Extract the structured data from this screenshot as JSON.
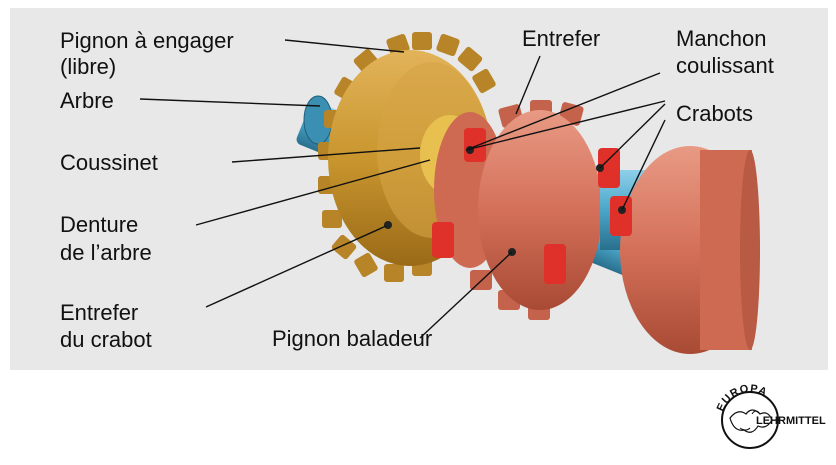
{
  "labels": {
    "pignon_engager_l1": "Pignon à engager",
    "pignon_engager_l2": "(libre)",
    "arbre": "Arbre",
    "coussinet": "Coussinet",
    "denture_l1": "Denture",
    "denture_l2": "de l’arbre",
    "entrefer_crabot_l1": "Entrefer",
    "entrefer_crabot_l2": "du crabot",
    "entrefer": "Entrefer",
    "manchon_l1": "Manchon",
    "manchon_l2": "coulissant",
    "crabots": "Crabots",
    "pignon_baladeur": "Pignon baladeur"
  },
  "logo": {
    "top_text": "EUROPA",
    "side_text": "LEHRMITTEL"
  },
  "colors": {
    "panel": "#e8e8e8",
    "gear_gold": "#c9962e",
    "gear_copper": "#d4705a",
    "shaft_blue": "#4aa6c8",
    "crabot_red": "#e0302a",
    "bushing": "#e8c050"
  }
}
